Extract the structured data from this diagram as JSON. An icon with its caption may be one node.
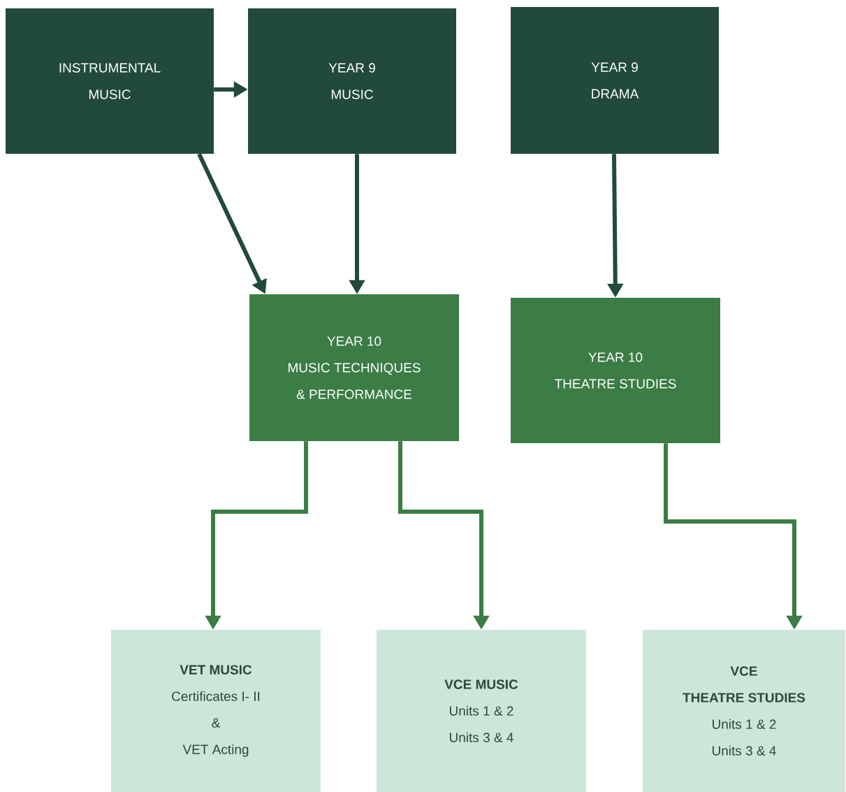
{
  "diagram": {
    "nodes": [
      {
        "text": [
          "INSTRUMENTAL",
          "MUSIC"
        ]
      },
      {
        "text": [
          "YEAR 9",
          "MUSIC"
        ]
      },
      {
        "text": [
          "YEAR 9",
          "DRAMA"
        ]
      },
      {
        "text": [
          "YEAR 10",
          "MUSIC TECHNIQUES",
          "& PERFORMANCE"
        ]
      },
      {
        "text": [
          "YEAR 10",
          "THEATRE STUDIES"
        ]
      },
      {
        "text": [
          "VET MUSIC",
          "Certificates I- II",
          "&",
          "VET Acting"
        ]
      },
      {
        "text": [
          "VCE MUSIC",
          "Units 1 & 2",
          "Units 3 & 4"
        ]
      },
      {
        "text": [
          "VCE",
          "THEATRE STUDIES",
          "Units 1 & 2",
          "Units 3 & 4"
        ]
      }
    ],
    "edges": [
      {
        "from": 0,
        "to": 1,
        "arrow": "to"
      },
      {
        "from": 0,
        "to": 3,
        "arrow": "to"
      },
      {
        "from": 1,
        "to": 3,
        "arrow": "to"
      },
      {
        "from": 2,
        "to": 4,
        "arrow": "to"
      },
      {
        "from": 3,
        "to": 5,
        "arrow": "to",
        "color": "#3b7d45"
      },
      {
        "from": 3,
        "to": 6,
        "arrow": "to",
        "color": "#3b7d45"
      },
      {
        "from": 4,
        "to": 7,
        "arrow": "to",
        "color": "#3b7d45"
      }
    ]
  }
}
